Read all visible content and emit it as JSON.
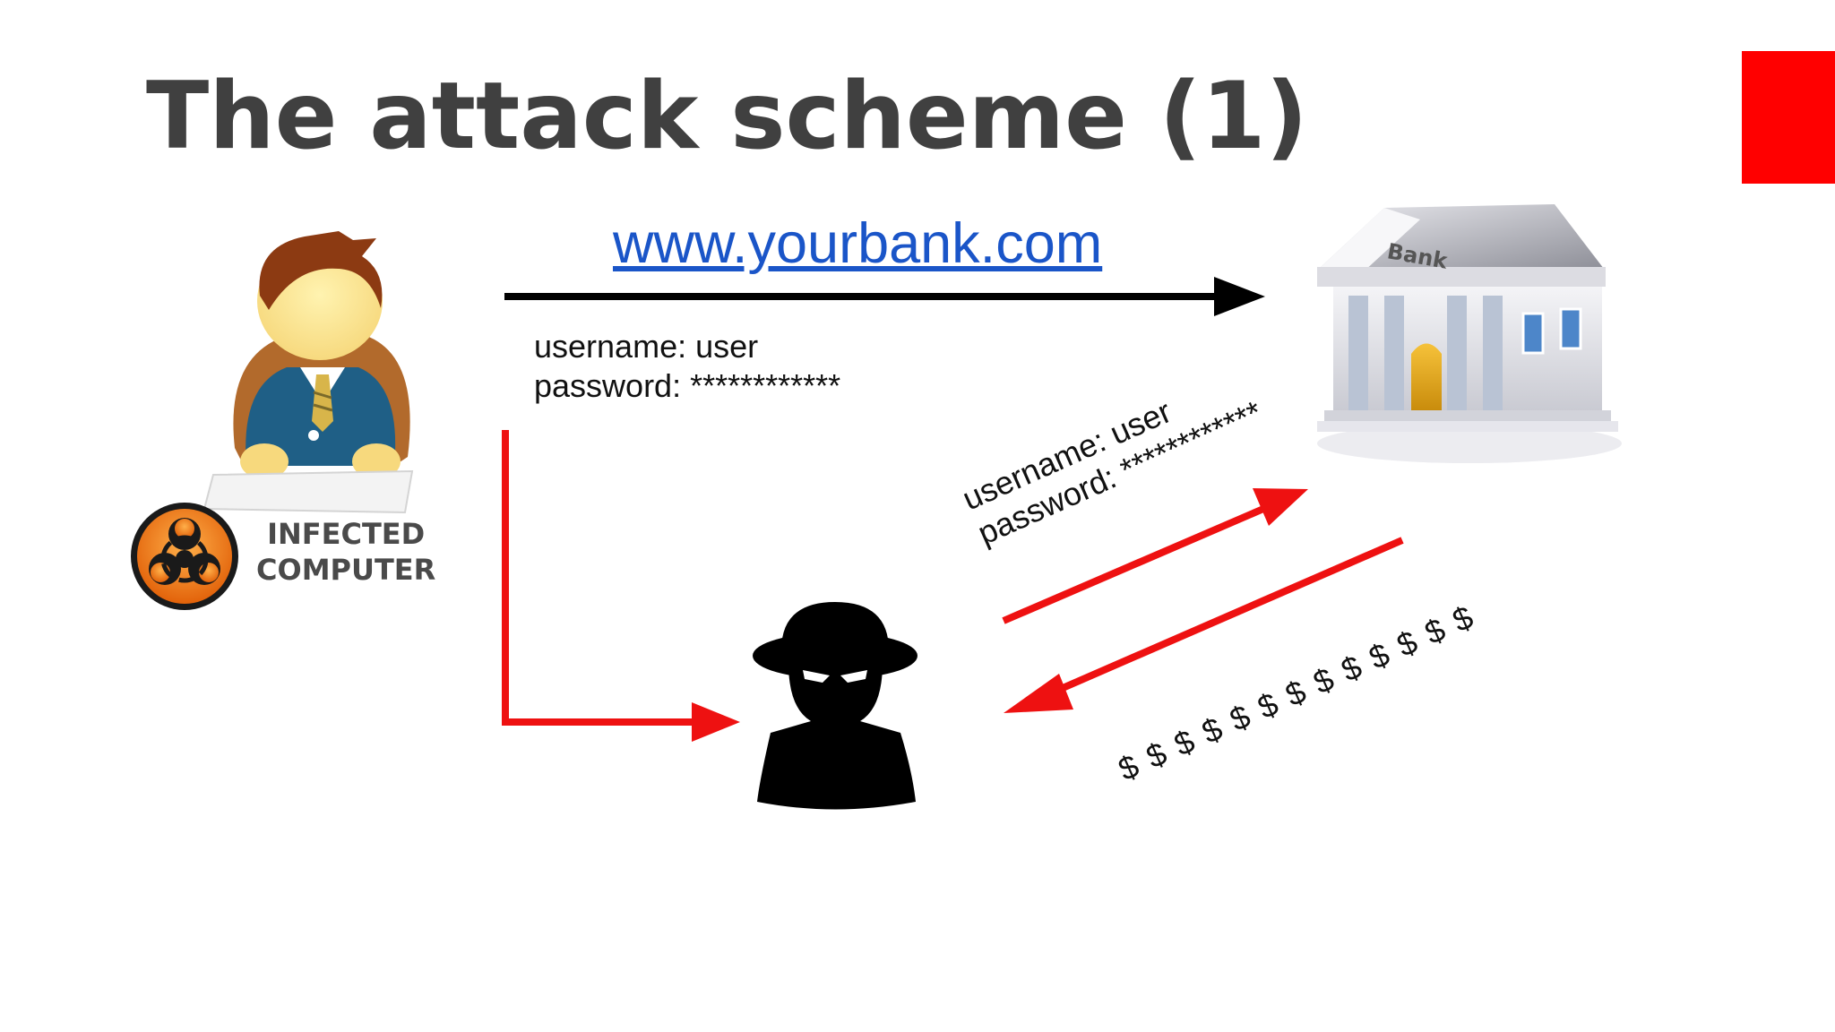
{
  "slide": {
    "title": "The attack scheme (1)",
    "accent_color": "#ff0000"
  },
  "flow": {
    "url": "www.yourbank.com",
    "url_color": "#1a55c8",
    "credentials_top": {
      "username": "username: user",
      "password": "password: ************"
    },
    "credentials_diagonal": {
      "username": "username: user",
      "password": "password: ************"
    },
    "money": "$ $ $ $ $ $ $ $ $ $ $ $ $"
  },
  "victim": {
    "label_line1": "INFECTED",
    "label_line2": "COMPUTER",
    "icon": "user-at-computer-icon",
    "badge_icon": "biohazard-icon"
  },
  "bank": {
    "sign": "Bank",
    "icon": "bank-building-icon"
  },
  "attacker": {
    "icon": "spy-silhouette-icon"
  },
  "colors": {
    "black_arrow": "#000000",
    "red_arrow": "#ee1111"
  }
}
